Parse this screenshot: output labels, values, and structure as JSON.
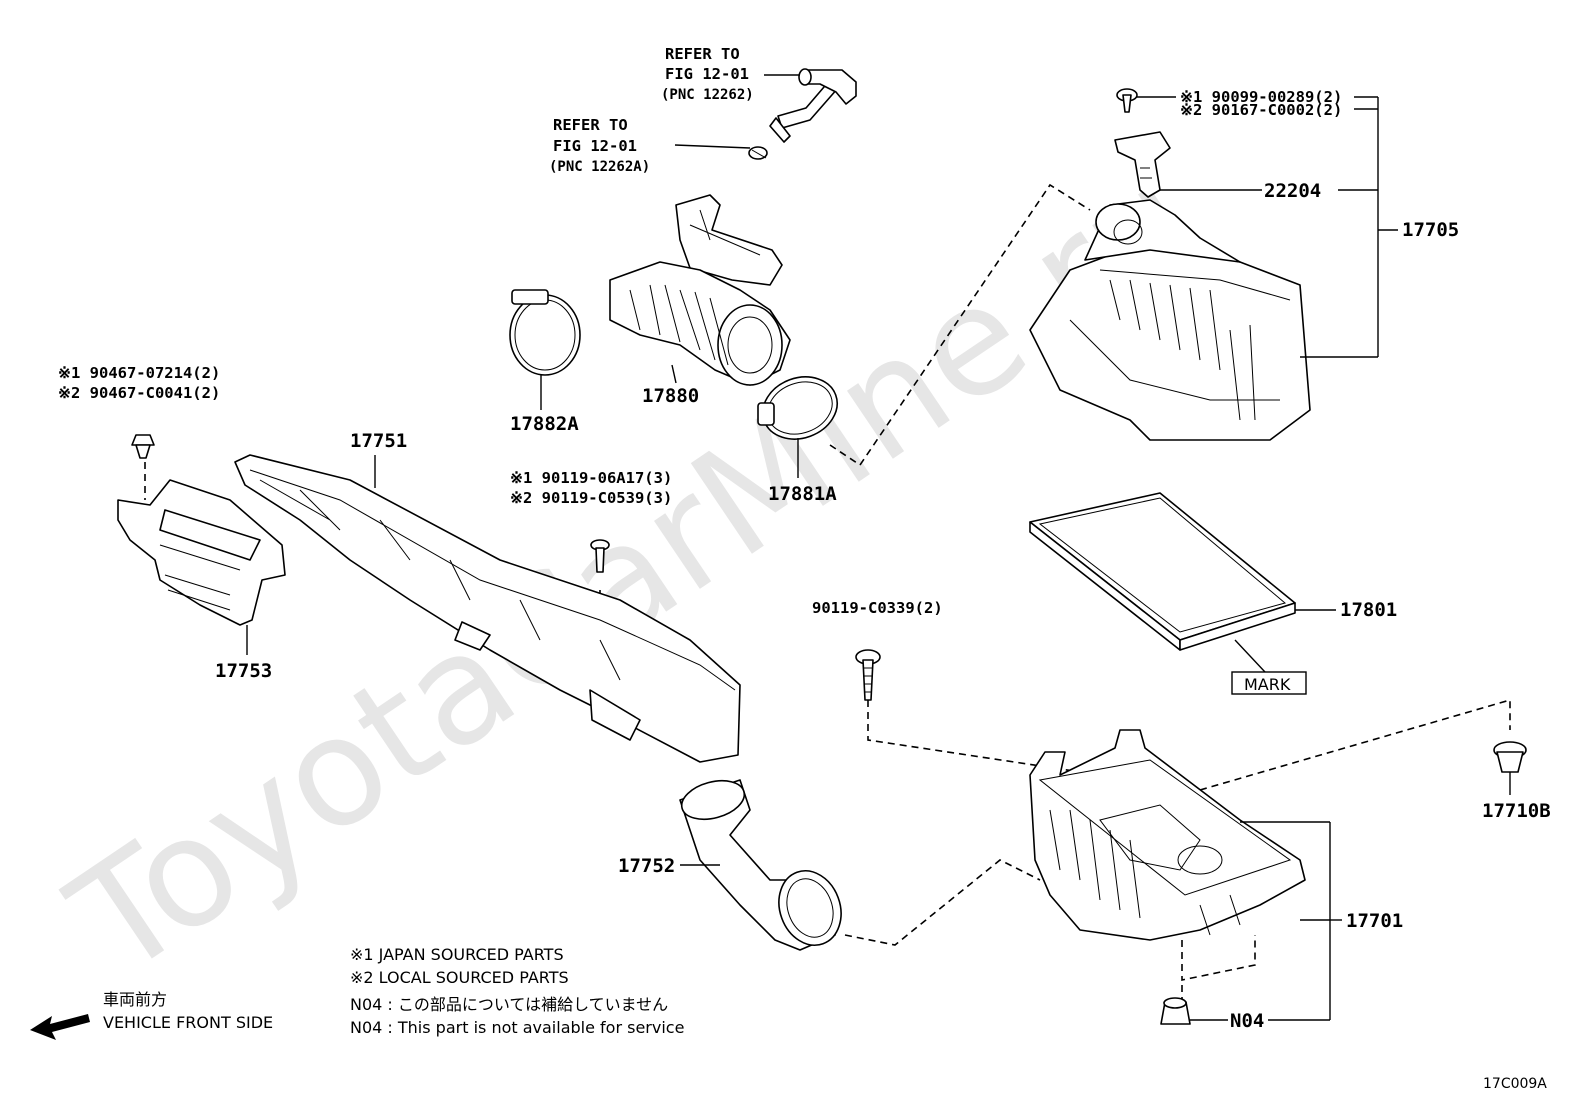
{
  "watermark": "ToyotaCarMine.ru",
  "figure_code": "17C009A",
  "refer_1": {
    "line1": "REFER TO",
    "line2": "FIG 12-01",
    "line3": "(PNC 12262)"
  },
  "refer_2": {
    "line1": "REFER TO",
    "line2": "FIG 12-01",
    "line3": "(PNC 12262A)"
  },
  "screw_17705": {
    "jp": "※1 90099-00289(2)",
    "local": "※2 90167-C0002(2)"
  },
  "bolt_17753": {
    "jp": "※1 90467-07214(2)",
    "local": "※2 90467-C0041(2)"
  },
  "bolt_17751": {
    "jp": "※1 90119-06A17(3)",
    "local": "※2 90119-C0539(3)"
  },
  "bolt_17701": "90119-C0339(2)",
  "parts": {
    "p22204": "22204",
    "p17705": "17705",
    "p17880": "17880",
    "p17882A": "17882A",
    "p17881A": "17881A",
    "p17751": "17751",
    "p17753": "17753",
    "p17801": "17801",
    "mark": "MARK",
    "p17710B": "17710B",
    "p17752": "17752",
    "p17701": "17701",
    "pN04": "N04"
  },
  "notes": {
    "japan": "※1 JAPAN SOURCED PARTS",
    "local": "※2 LOCAL SOURCED PARTS",
    "n04_jp": "N04 : この部品については補給していません",
    "n04_en": "N04 : This part is not available for service"
  },
  "front": {
    "jp": "車両前方",
    "en": "VEHICLE FRONT SIDE"
  }
}
